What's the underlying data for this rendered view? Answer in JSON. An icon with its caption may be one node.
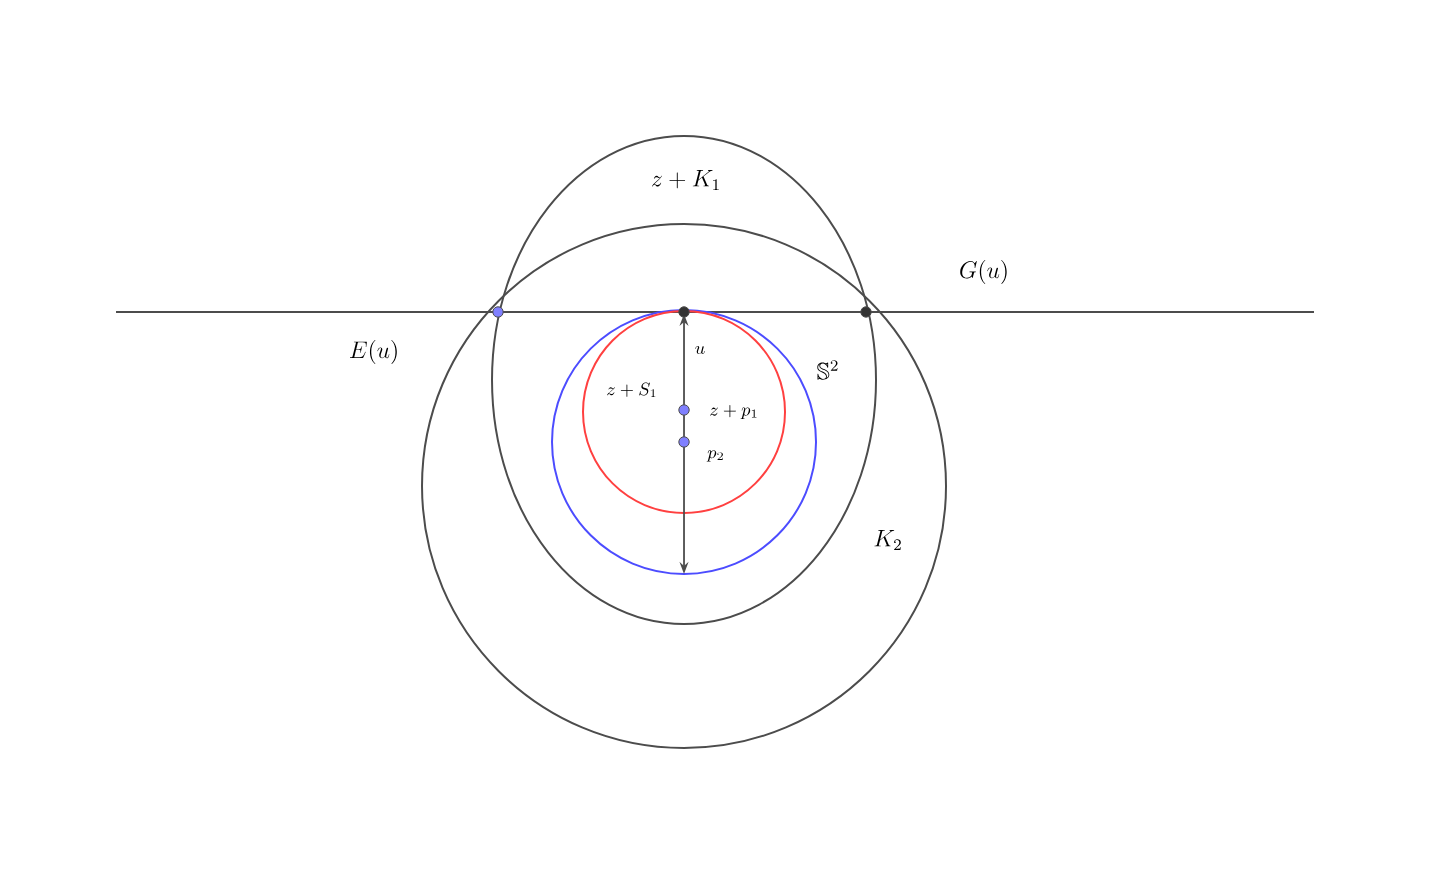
{
  "diagram": {
    "labels": [
      "z+K_1",
      "G(u)",
      "E(u)",
      "u",
      "\\mathbb{S}^2",
      "z+S_1",
      "z+p_1",
      "p_2",
      "K_2"
    ]
  }
}
